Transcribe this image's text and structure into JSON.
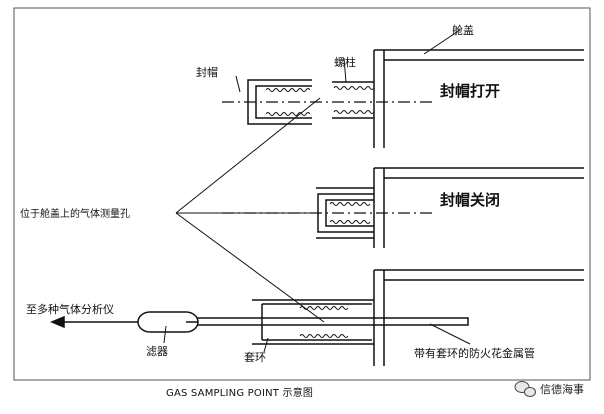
{
  "labels": {
    "hatch_cover": "舱盖",
    "cap": "封帽",
    "stud": "螺柱",
    "cap_open": "封帽打开",
    "cap_closed": "封帽关闭",
    "measuring_hole": "位于舱盖上的气体测量孔",
    "to_analyzer": "至多种气体分析仪",
    "filter": "滤器",
    "collar": "套环",
    "pipe": "带有套环的防火花金属管",
    "caption": "GAS SAMPLING POINT 示意图",
    "watermark": "信德海事"
  },
  "colors": {
    "line": "#111111",
    "frame": "#555555",
    "background": "#ffffff"
  },
  "icons": {
    "watermark": "wechat-icon"
  }
}
